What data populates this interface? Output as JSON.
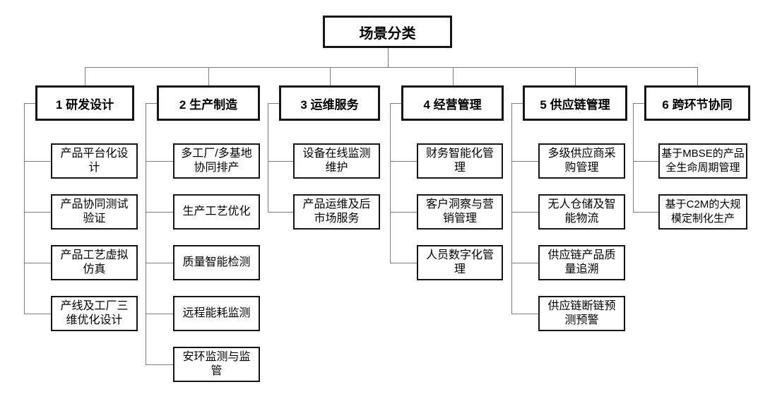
{
  "diagram": {
    "title": "场景分类",
    "root": {
      "label": "场景分类"
    },
    "categories": [
      {
        "label": "1 研发设计",
        "children": [
          "产品平台化设计",
          "产品协同测试验证",
          "产品工艺虚拟仿真",
          "产线及工厂三维优化设计"
        ]
      },
      {
        "label": "2 生产制造",
        "children": [
          "多工厂/多基地协同排产",
          "生产工艺优化",
          "质量智能检测",
          "远程能耗监测",
          "安环监测与监管"
        ]
      },
      {
        "label": "3 运维服务",
        "children": [
          "设备在线监测维护",
          "产品运维及后市场服务"
        ]
      },
      {
        "label": "4 经营管理",
        "children": [
          "财务智能化管理",
          "客户洞察与营销管理",
          "人员数字化管理"
        ]
      },
      {
        "label": "5 供应链管理",
        "children": [
          "多级供应商采购管理",
          "无人仓储及智能物流",
          "供应链产品质量追溯",
          "供应链断链预测预警"
        ]
      },
      {
        "label": "6 跨环节协同",
        "children": [
          "基于MBSE的产品全生命周期管理",
          "基于C2M的大规模定制化生产"
        ]
      }
    ],
    "colors": {
      "box_border": "#161616",
      "connector": "#7c7c7c",
      "background": "#ffffff",
      "text": "#000000"
    }
  }
}
